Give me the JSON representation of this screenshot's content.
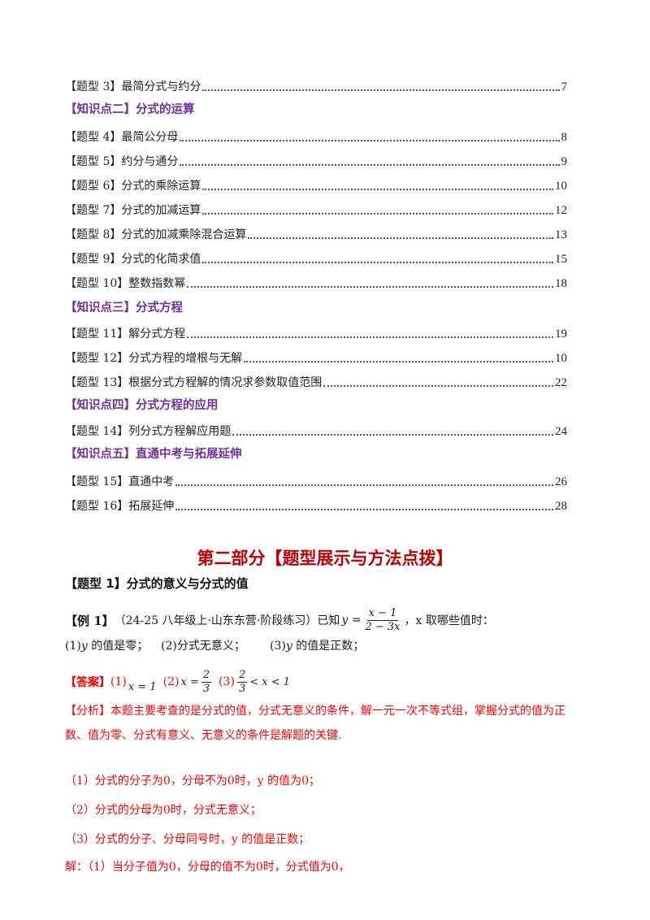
{
  "toc": [
    {
      "label": "【题型 3】最简分式与约分",
      "page": "7"
    },
    {
      "heading": "【知识点二】分式的运算"
    },
    {
      "label": "【题型 4】最简公分母",
      "page": "8"
    },
    {
      "label": "【题型 5】约分与通分",
      "page": "9"
    },
    {
      "label": "【题型 6】分式的乘除运算",
      "page": "10"
    },
    {
      "label": "【题型 7】分式的加减运算",
      "page": "12"
    },
    {
      "label": "【题型 8】分式的加减乘除混合运算",
      "page": "13"
    },
    {
      "label": "【题型 9】分式的化简求值",
      "page": "15"
    },
    {
      "label": "【题型 10】整数指数幂",
      "page": "18"
    },
    {
      "heading": "【知识点三】分式方程"
    },
    {
      "label": "【题型 11】解分式方程",
      "page": "19"
    },
    {
      "label": "【题型 12】分式方程的增根与无解",
      "page": "10"
    },
    {
      "label": "【题型 13】根据分式方程解的情况求参数取值范围",
      "page": "22"
    },
    {
      "heading": "【知识点四】分式方程的应用"
    },
    {
      "label": "【题型 14】列分式方程解应用题",
      "page": "24"
    },
    {
      "heading": "【知识点五】直通中考与拓展延伸"
    },
    {
      "label": "【题型 15】直通中考",
      "page": "26"
    },
    {
      "label": "【题型 16】拓展延伸",
      "page": "28"
    }
  ],
  "part_title": "第二部分【题型展示与方法点拨】",
  "type_heading": "【题型 1】分式的意义与分式的值",
  "example": {
    "tag": "【例 1】",
    "source": "（24-25 八年级上·山东东营·阶段练习）已知",
    "lhs": "y =",
    "num": "x − 1",
    "den": "2 − 3x",
    "tail": "，x 取哪些值时："
  },
  "questions": [
    {
      "prefix": "(1)",
      "var": "y",
      "text": " 的值是零；"
    },
    {
      "prefix": "(2)",
      "var": "",
      "text": "分式无意义；"
    },
    {
      "prefix": "(3)",
      "var": "y",
      "text": " 的值是正数；"
    }
  ],
  "answer": {
    "tag": "【答案】",
    "a1_label": "(1)",
    "a1": "x = 1",
    "a2_label": "(2)",
    "a2_lhs": "x =",
    "a2_num": "2",
    "a2_den": "3",
    "a3_label": "(3)",
    "a3_num": "2",
    "a3_den": "3",
    "a3_rest": "< x < 1"
  },
  "analysis": {
    "para": "【分析】本题主要考查的是分式的值，分式无意义的条件，解一元一次不等式组，掌握分式的值为正数、值为零、分式有意义、无意义的条件是解题的关键.",
    "line1": "（1）分式的分子为0，分母不为0时，y 的值为0；",
    "line2": "（2）分式的分母为0时，分式无意义；",
    "line3": "（3）分式的分子、分母同号时，y 的值是正数；",
    "line4": "解：（1）当分子值为0，分母的值不为0时，分式值为0，"
  }
}
